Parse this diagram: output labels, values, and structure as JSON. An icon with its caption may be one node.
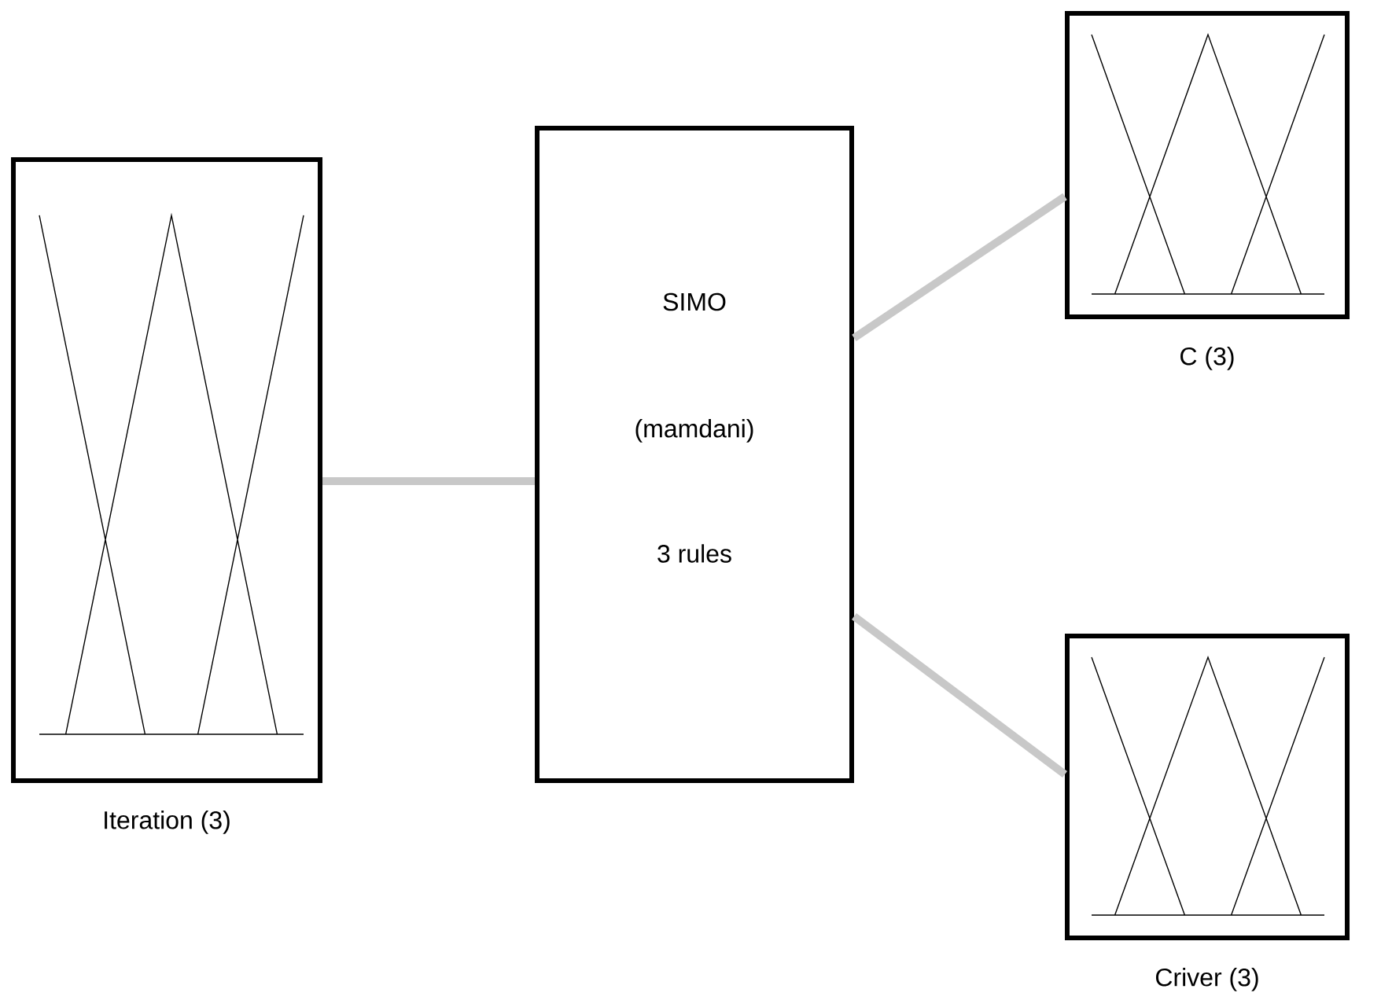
{
  "diagram": {
    "nodes": [
      {
        "text": [],
        "shape": "box",
        "beside": [
          "Iteration (3)"
        ]
      },
      {
        "text": [
          "SIMO",
          "(mamdani)",
          "3 rules"
        ]
      },
      {
        "text": [],
        "shape": "box",
        "beside": [
          "C (3)"
        ]
      },
      {
        "text": [],
        "shape": "box",
        "beside": [
          "Criver (3)"
        ]
      }
    ],
    "edges": [
      {
        "from": 0,
        "to": 1,
        "arrow": "none"
      },
      {
        "from": 1,
        "to": 2,
        "arrow": "none"
      },
      {
        "from": 1,
        "to": 3,
        "arrow": "none"
      }
    ]
  }
}
